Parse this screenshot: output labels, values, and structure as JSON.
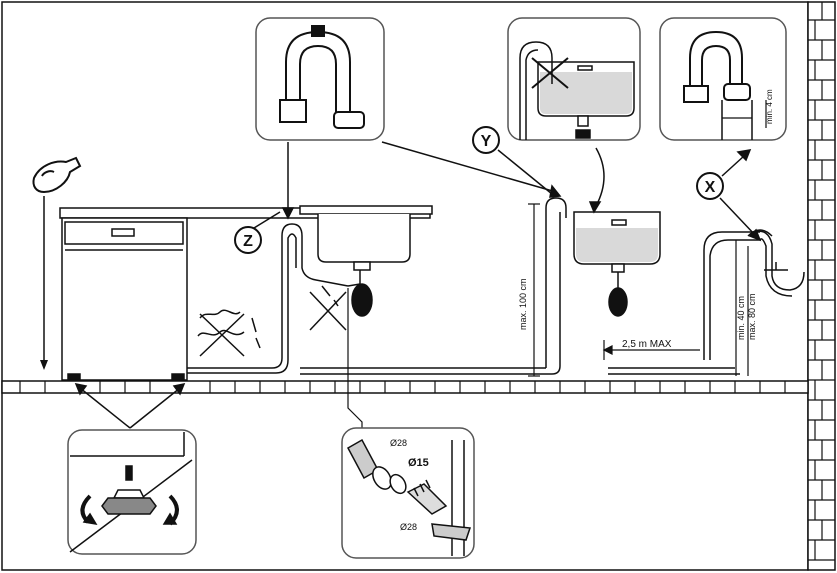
{
  "labels": {
    "z": "Z",
    "y": "Y",
    "x": "X",
    "max_100": "max. 100 cm",
    "min_40_max_80": "min. 40 cm\nmax. 80 cm",
    "min_4": "min. 4 cm",
    "max_2_5m": "2,5 m MAX",
    "d28_top": "Ø28",
    "d15": "Ø15",
    "d28_bottom": "Ø28"
  },
  "colors": {
    "line": "#111111",
    "panel_fill": "#ffffff",
    "panel_stroke": "#555555",
    "water": "#dcdcdc",
    "floor_fill": "#ffffff"
  }
}
